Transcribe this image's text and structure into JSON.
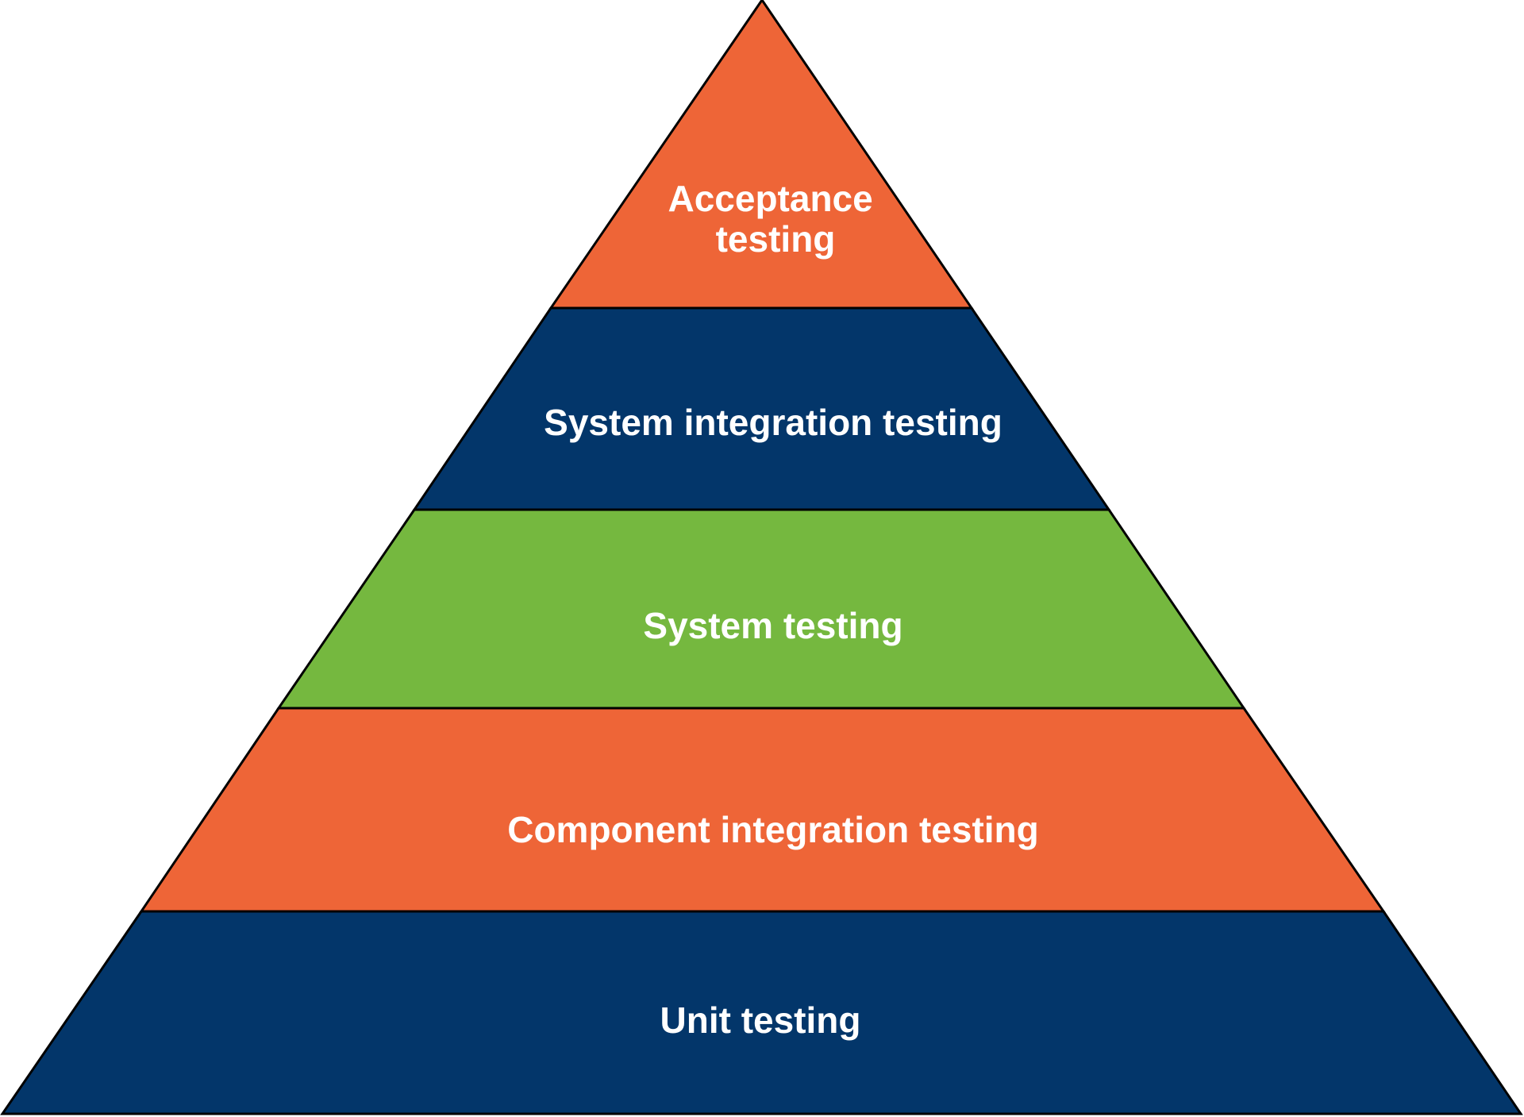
{
  "diagram": {
    "type": "pyramid",
    "layers": [
      {
        "label_lines": [
          "Acceptance",
          "testing"
        ],
        "color": "#EE6537"
      },
      {
        "label_lines": [
          "System integration testing"
        ],
        "color": "#03366A"
      },
      {
        "label_lines": [
          "System testing"
        ],
        "color": "#75B83F"
      },
      {
        "label_lines": [
          "Component integration testing"
        ],
        "color": "#EE6537"
      },
      {
        "label_lines": [
          "Unit testing"
        ],
        "color": "#03366A"
      }
    ],
    "outline_color": "#000000"
  }
}
